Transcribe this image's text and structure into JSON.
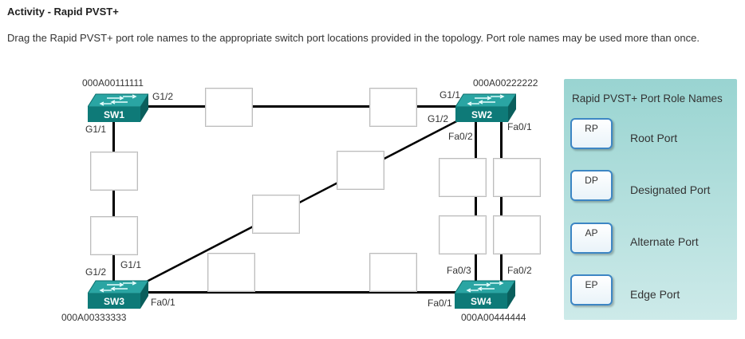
{
  "activity": {
    "title": "Activity - Rapid PVST+",
    "instructions": "Drag the Rapid PVST+ port role names to the appropriate switch port locations provided in the topology. Port role names may be used more than once."
  },
  "switches": [
    {
      "name": "SW1",
      "mac": "000A00111111"
    },
    {
      "name": "SW2",
      "mac": "000A00222222"
    },
    {
      "name": "SW3",
      "mac": "000A00333333"
    },
    {
      "name": "SW4",
      "mac": "000A00444444"
    }
  ],
  "ports": {
    "sw1_g12": "G1/2",
    "sw1_g11": "G1/1",
    "sw2_g11": "G1/1",
    "sw2_g12": "G1/2",
    "sw2_fa02": "Fa0/2",
    "sw2_fa01": "Fa0/1",
    "sw3_g12": "G1/2",
    "sw3_g11": "G1/1",
    "sw3_fa01": "Fa0/1",
    "sw4_fa03": "Fa0/3",
    "sw4_fa02": "Fa0/2",
    "sw4_fa01": "Fa0/1"
  },
  "panel": {
    "title": "Rapid PVST+ Port Role Names",
    "roles": [
      {
        "abbr": "RP",
        "name": "Root Port"
      },
      {
        "abbr": "DP",
        "name": "Designated Port"
      },
      {
        "abbr": "AP",
        "name": "Alternate Port"
      },
      {
        "abbr": "EP",
        "name": "Edge Port"
      }
    ]
  },
  "colors": {
    "switch_top": "#2aa5a3",
    "switch_front": "#0e7a78",
    "panel_gradient_top": "#99d4d1",
    "panel_gradient_bottom": "#cdeae9",
    "button_border": "#3d86c4"
  }
}
